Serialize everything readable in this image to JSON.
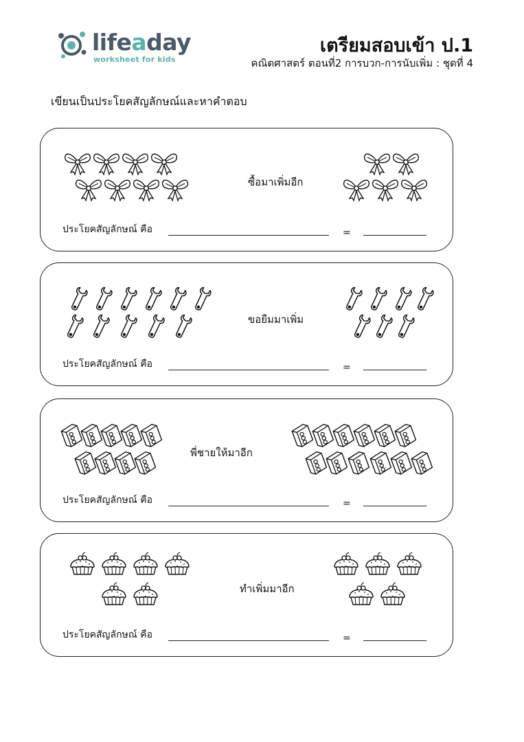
{
  "header": {
    "logo_name_main": "lifeaday",
    "logo_tagline": "worksheet for kids",
    "title": "เตรียมสอบเข้า ป.1",
    "subtitle": "คณิตศาสตร์ ตอนที่2 การบวก-การนับเพิ่ม : ชุดที่ 4"
  },
  "instruction": "เขียนเป็นประโยคสัญลักษณ์และหาคำตอบ",
  "problems": [
    {
      "icon": "bow-icon",
      "action": "ซื้อมาเพิ่มอีก",
      "left_count": 8,
      "right_count": 5,
      "sentence_label": "ประโยคสัญลักษณ์ คือ",
      "equals": "="
    },
    {
      "icon": "wrench-icon",
      "action": "ขอยืมมาเพิ่ม",
      "left_count": 11,
      "right_count": 7,
      "sentence_label": "ประโยคสัญลักษณ์ คือ",
      "equals": "="
    },
    {
      "icon": "brick-icon",
      "action": "พี่ชายให้มาอีก",
      "left_count": 9,
      "right_count": 12,
      "sentence_label": "ประโยคสัญลักษณ์ คือ",
      "equals": "="
    },
    {
      "icon": "cake-icon",
      "action": "ทำเพิ่มมาอีก",
      "left_count": 6,
      "right_count": 5,
      "sentence_label": "ประโยคสัญลักษณ์ คือ",
      "equals": "="
    }
  ],
  "colors": {
    "logo_dark": "#4a5a66",
    "logo_accent": "#5bb3a9"
  }
}
